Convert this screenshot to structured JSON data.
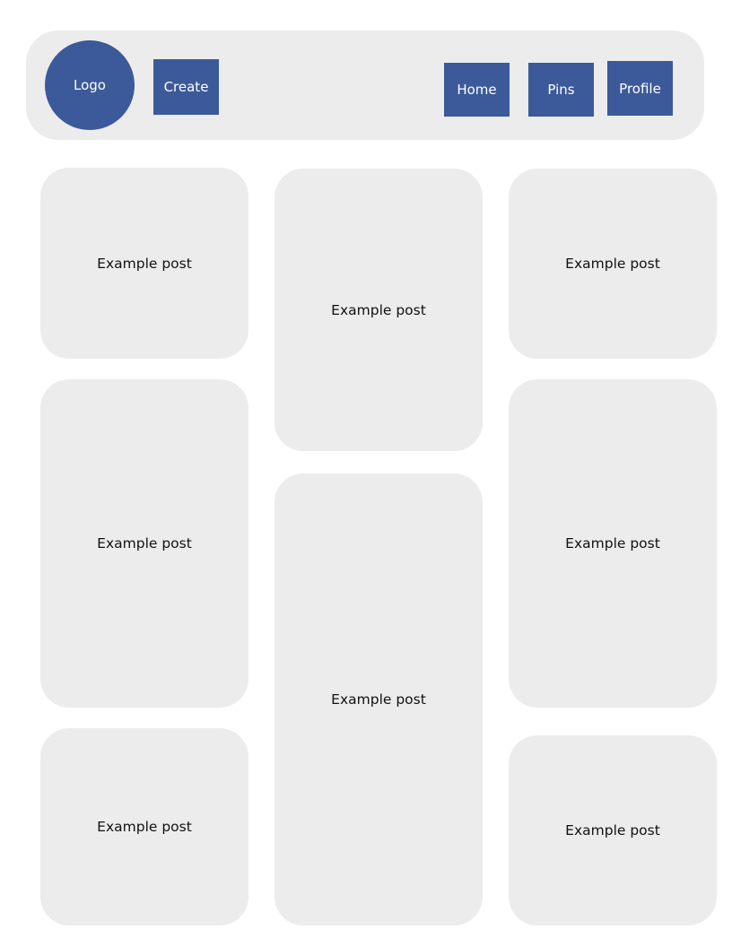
{
  "header": {
    "logo_label": "Logo",
    "create_label": "Create",
    "nav": {
      "home_label": "Home",
      "pins_label": "Pins",
      "profile_label": "Profile"
    }
  },
  "posts": [
    {
      "label": "Example post"
    },
    {
      "label": "Example post"
    },
    {
      "label": "Example post"
    },
    {
      "label": "Example post"
    },
    {
      "label": "Example post"
    },
    {
      "label": "Example post"
    },
    {
      "label": "Example post"
    },
    {
      "label": "Example post"
    }
  ],
  "colors": {
    "accent": "#3c5a99",
    "panel": "#ececec",
    "background": "#ffffff"
  }
}
